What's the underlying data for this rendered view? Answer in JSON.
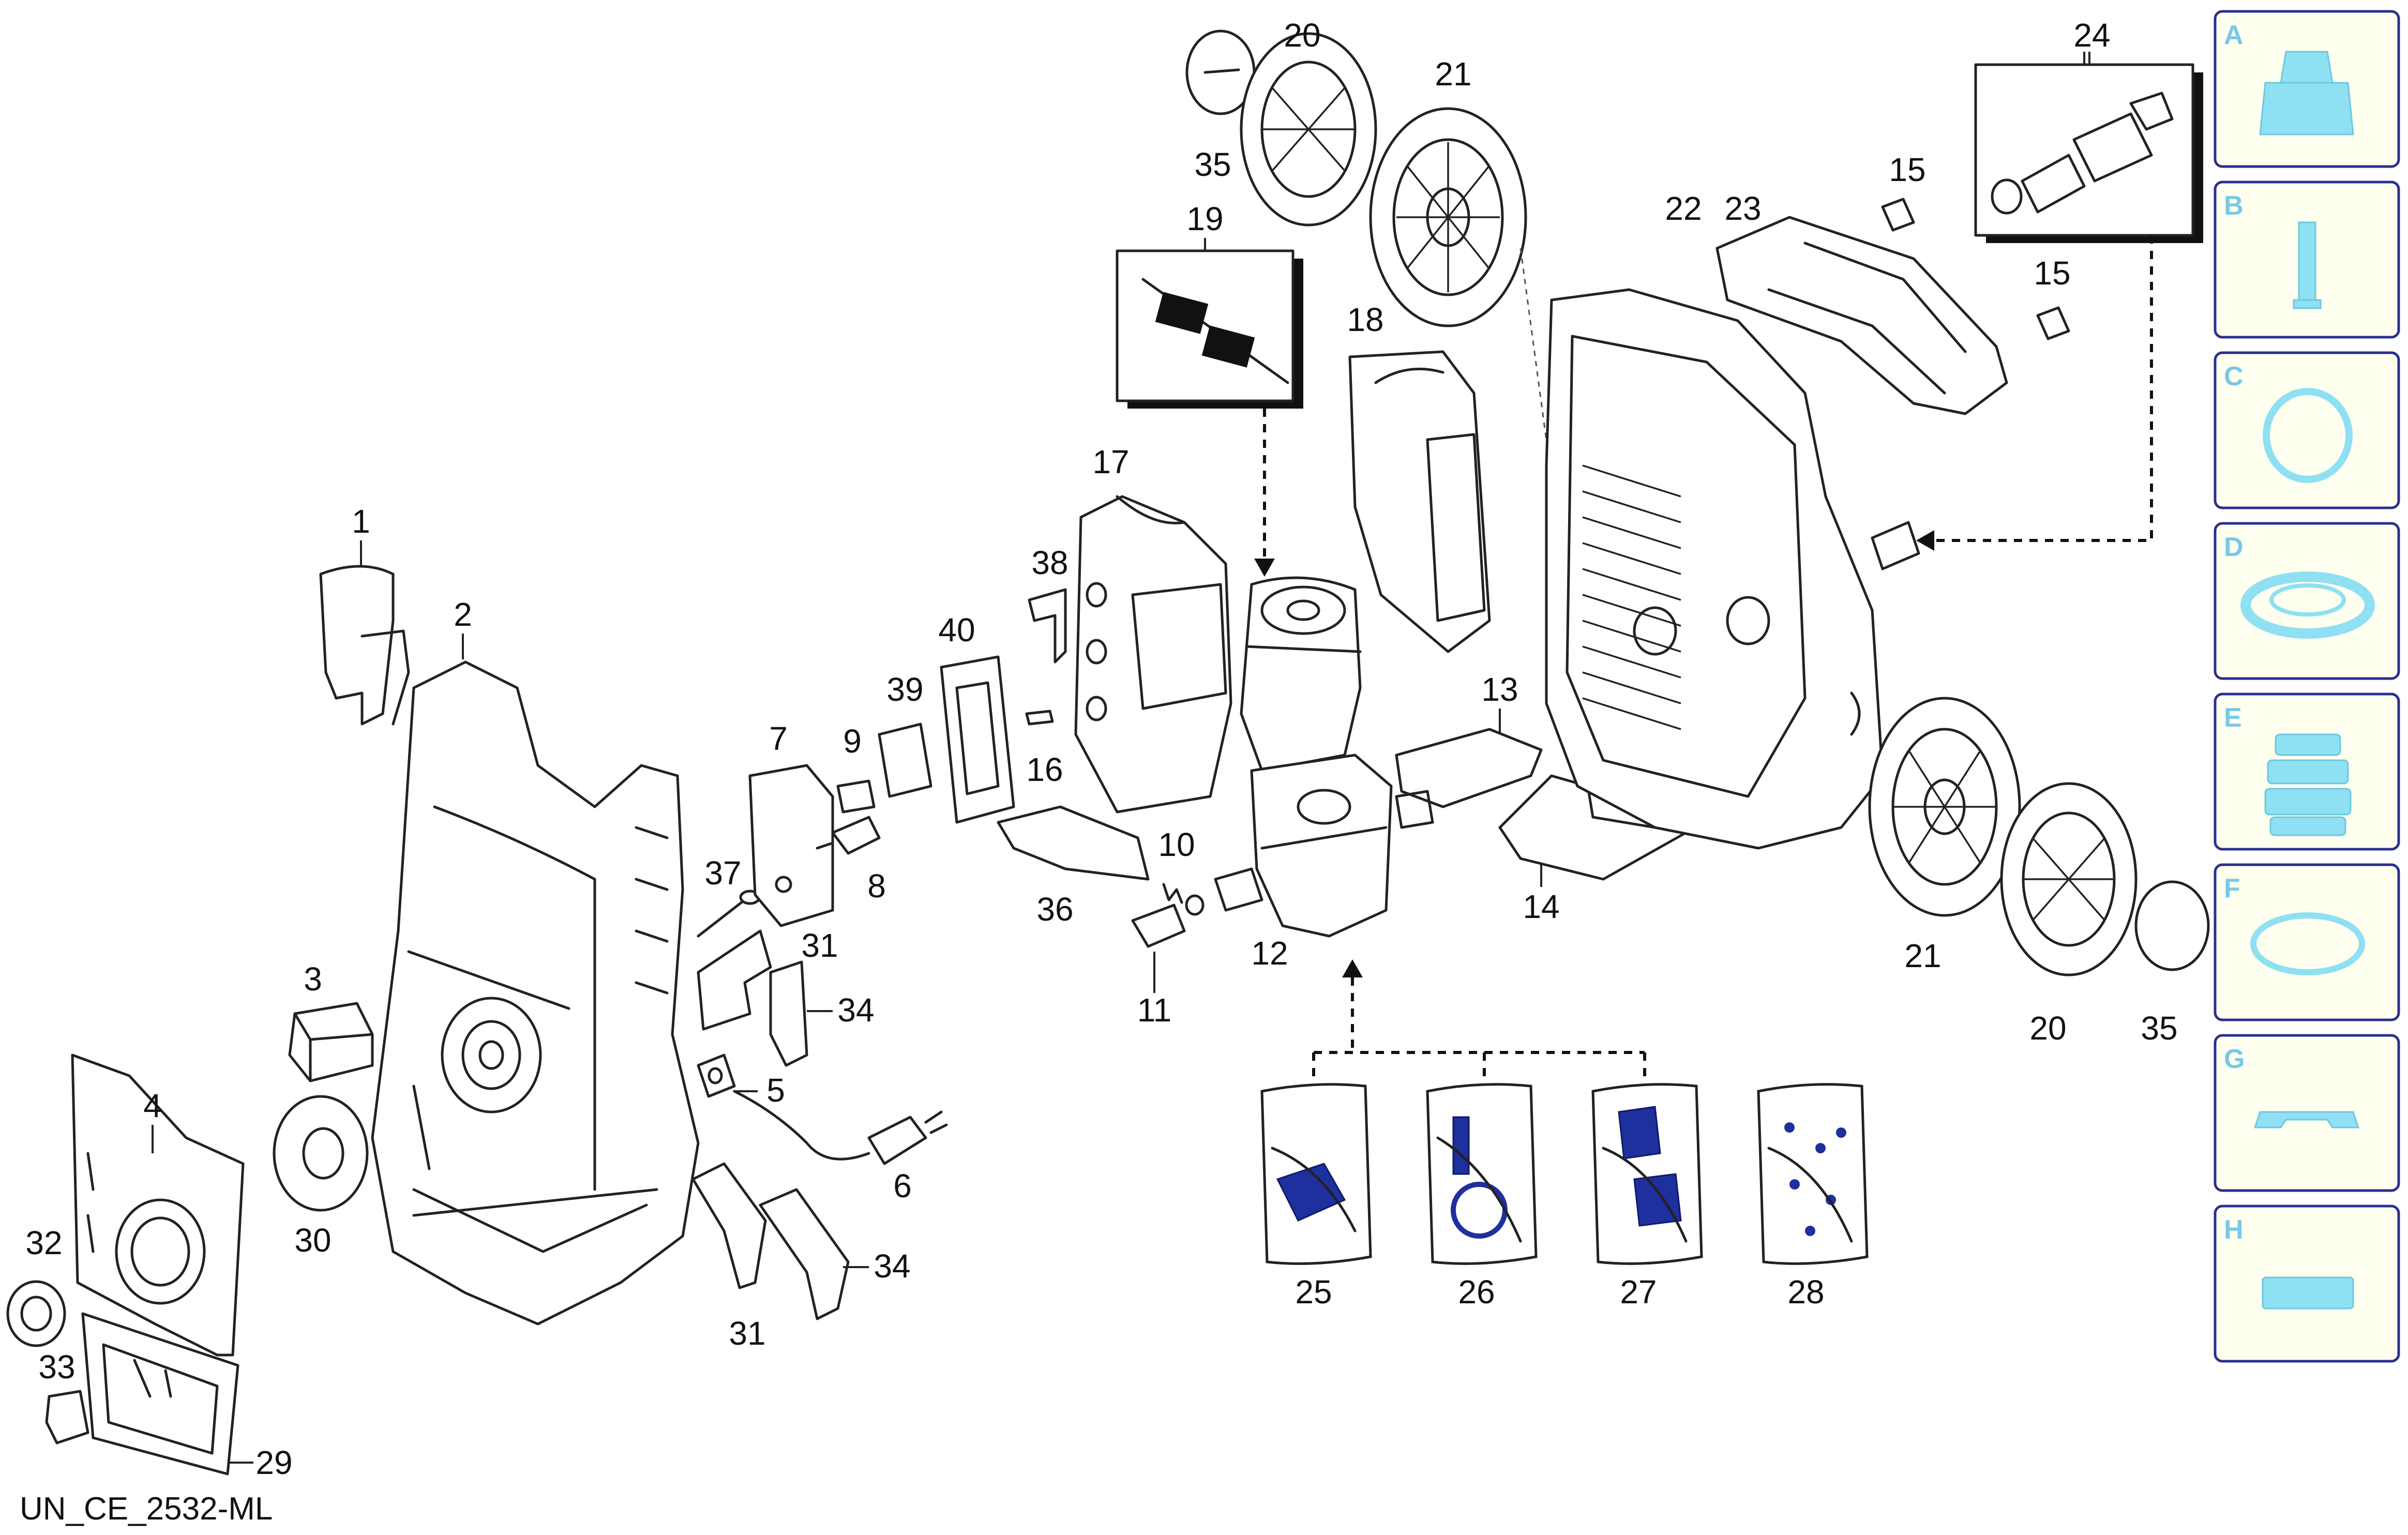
{
  "document_code": "UN_CE_2532-ML",
  "part_labels": {
    "p1": "1",
    "p2": "2",
    "p3": "3",
    "p4": "4",
    "p5": "5",
    "p6": "6",
    "p7": "7",
    "p8": "8",
    "p9": "9",
    "p10": "10",
    "p11": "11",
    "p12": "12",
    "p13": "13",
    "p14": "14",
    "p15a": "15",
    "p15b": "15",
    "p16": "16",
    "p17": "17",
    "p18": "18",
    "p19": "19",
    "p20a": "20",
    "p20b": "20",
    "p21a": "21",
    "p21b": "21",
    "p22": "22",
    "p23": "23",
    "p24": "24",
    "p25": "25",
    "p26": "26",
    "p27": "27",
    "p28": "28",
    "p29": "29",
    "p30": "30",
    "p31a": "31",
    "p31b": "31",
    "p32": "32",
    "p33": "33",
    "p34a": "34",
    "p34b": "34",
    "p35a": "35",
    "p35b": "35",
    "p36": "36",
    "p37": "37",
    "p38": "38",
    "p39": "39",
    "p40": "40"
  },
  "kits": [
    {
      "letter": "A",
      "icon": "pump-head-icon"
    },
    {
      "letter": "B",
      "icon": "valve-icon"
    },
    {
      "letter": "C",
      "icon": "seal-ring-icon"
    },
    {
      "letter": "D",
      "icon": "gasket-icon"
    },
    {
      "letter": "E",
      "icon": "piston-stack-icon"
    },
    {
      "letter": "F",
      "icon": "o-ring-icon"
    },
    {
      "letter": "G",
      "icon": "plate-icon"
    },
    {
      "letter": "H",
      "icon": "block-icon"
    }
  ],
  "colors": {
    "line": "#222222",
    "kit_border": "#2b2f8c",
    "kit_fill": "#fffff0",
    "kit_icon": "#8ee0f2",
    "kit_letter": "#78c8e8",
    "bag_part": "#1e2f9e"
  }
}
